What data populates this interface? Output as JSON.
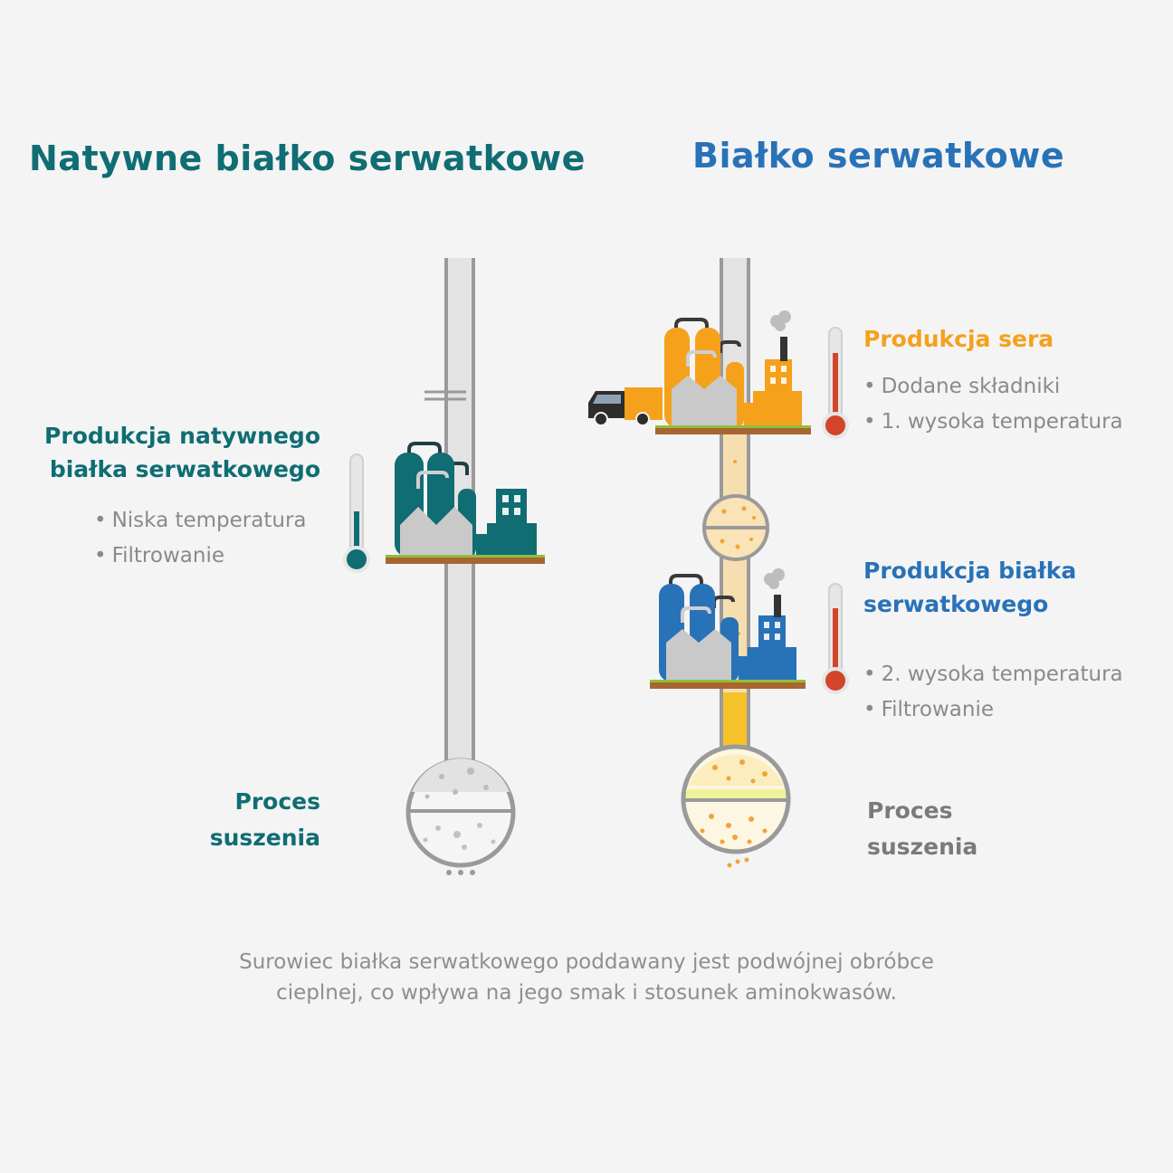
{
  "left": {
    "title": "Natywne białko serwatkowe",
    "stage_heading_line1": "Produkcja natywnego",
    "stage_heading_line2": "białka serwatkowego",
    "bullets": [
      "Niska temperatura",
      "Filtrowanie"
    ],
    "drying_line1": "Proces",
    "drying_line2": "suszenia"
  },
  "right": {
    "title": "Białko serwatkowe",
    "stage1_heading": "Produkcja sera",
    "stage1_bullets": [
      "Dodane składniki",
      "1. wysoka temperatura"
    ],
    "stage2_heading_line1": "Produkcja białka",
    "stage2_heading_line2": "serwatkowego",
    "stage2_bullets": [
      "2. wysoka temperatura",
      "Filtrowanie"
    ],
    "drying_line1": "Proces",
    "drying_line2": "suszenia"
  },
  "footer": {
    "line1": "Surowiec białka serwatkowego poddawany jest podwójnej obróbce",
    "line2": "cieplnej, co wpływa na jego smak i stosunek aminokwasów."
  },
  "colors": {
    "teal": "#0f6d73",
    "blue": "#2872b8",
    "orange": "#f5a11c",
    "thermometer_red": "#d2452a",
    "gray_text": "#8a8a8a"
  }
}
